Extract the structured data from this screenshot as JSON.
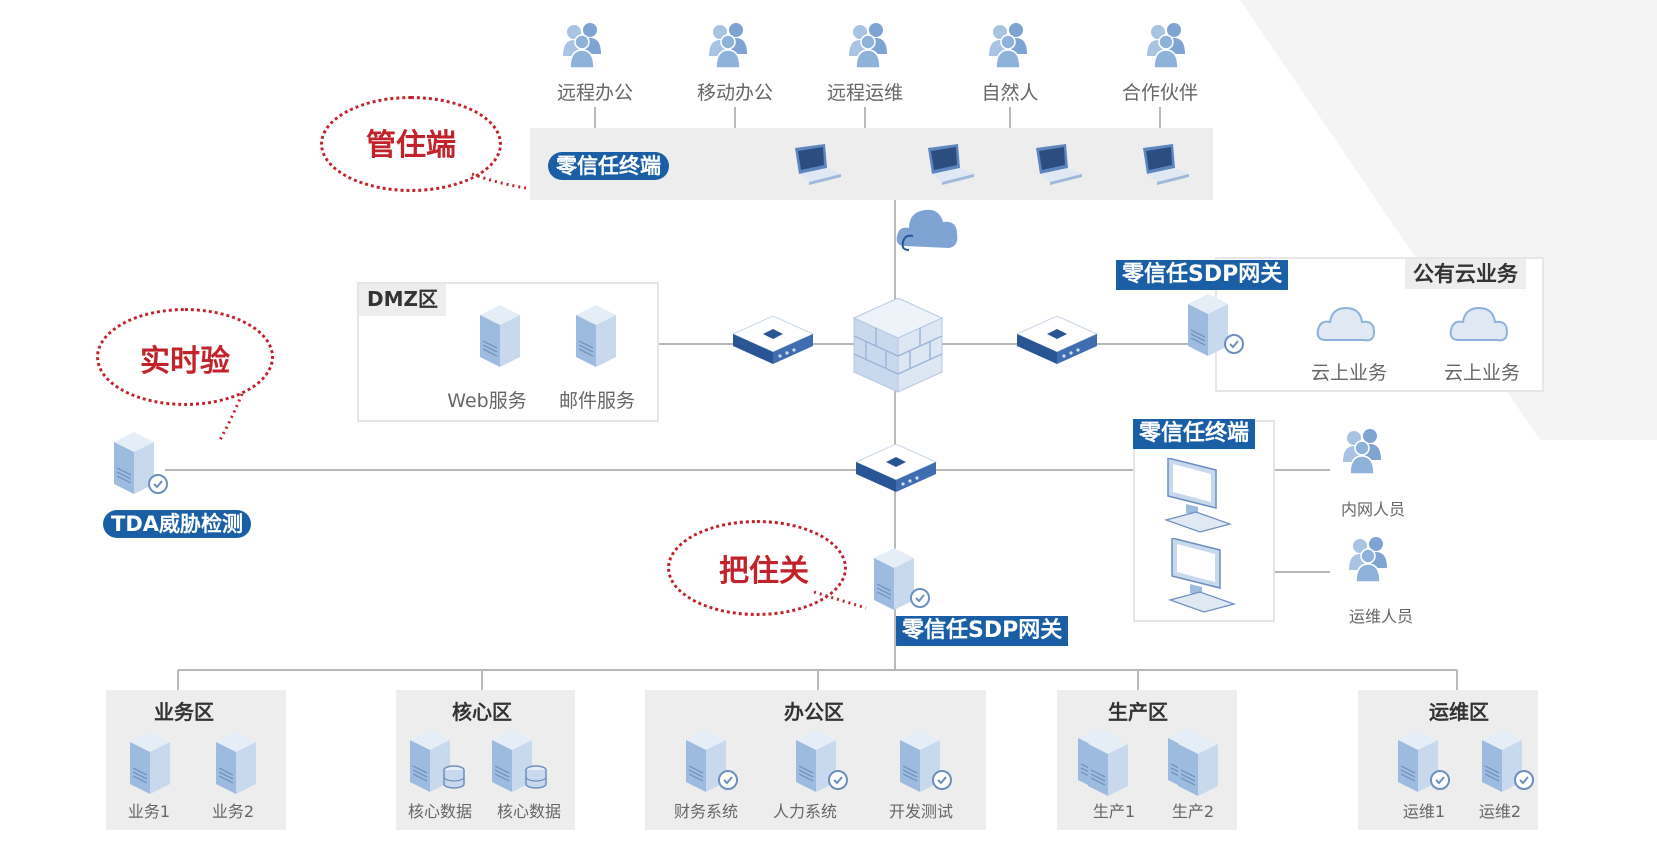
{
  "users": [
    {
      "label": "远程办公",
      "icon": "users-icon"
    },
    {
      "label": "移动办公",
      "icon": "users-icon"
    },
    {
      "label": "远程运维",
      "icon": "users-icon"
    },
    {
      "label": "自然人",
      "icon": "users-icon"
    },
    {
      "label": "合作伙伴",
      "icon": "users-icon"
    }
  ],
  "callouts": {
    "manage_endpoint": "管住端",
    "realtime_verify": "实时验",
    "guard_gate": "把住关"
  },
  "terminal_bar": {
    "label": "零信任终端",
    "icons": [
      "laptop-icon",
      "laptop-icon",
      "laptop-icon",
      "laptop-icon"
    ]
  },
  "dmz": {
    "title": "DMZ区",
    "servers": [
      {
        "label": "Web服务"
      },
      {
        "label": "邮件服务"
      }
    ]
  },
  "cloud": {
    "gateway_label": "零信任SDP网关",
    "title": "公有云业务",
    "services": [
      {
        "label": "云上业务"
      },
      {
        "label": "云上业务"
      }
    ]
  },
  "tda": {
    "label": "TDA威胁检测"
  },
  "internal_terminal": {
    "title": "零信任终端",
    "people": [
      {
        "label": "内网人员"
      },
      {
        "label": "运维人员"
      }
    ]
  },
  "core_gateway": {
    "label": "零信任SDP网关"
  },
  "zones": [
    {
      "title": "业务区",
      "items": [
        {
          "label": "业务1"
        },
        {
          "label": "业务2"
        }
      ]
    },
    {
      "title": "核心区",
      "items": [
        {
          "label": "核心数据"
        },
        {
          "label": "核心数据"
        }
      ]
    },
    {
      "title": "办公区",
      "items": [
        {
          "label": "财务系统"
        },
        {
          "label": "人力系统"
        },
        {
          "label": "开发测试"
        }
      ]
    },
    {
      "title": "生产区",
      "items": [
        {
          "label": "生产1"
        },
        {
          "label": "生产2"
        }
      ]
    },
    {
      "title": "运维区",
      "items": [
        {
          "label": "运维1"
        },
        {
          "label": "运维2"
        }
      ]
    }
  ],
  "colors": {
    "accent_blue": "#1a5fa6",
    "callout_red": "#c22229",
    "panel_grey": "#ededed",
    "icon_blue": "#8fb2da"
  }
}
